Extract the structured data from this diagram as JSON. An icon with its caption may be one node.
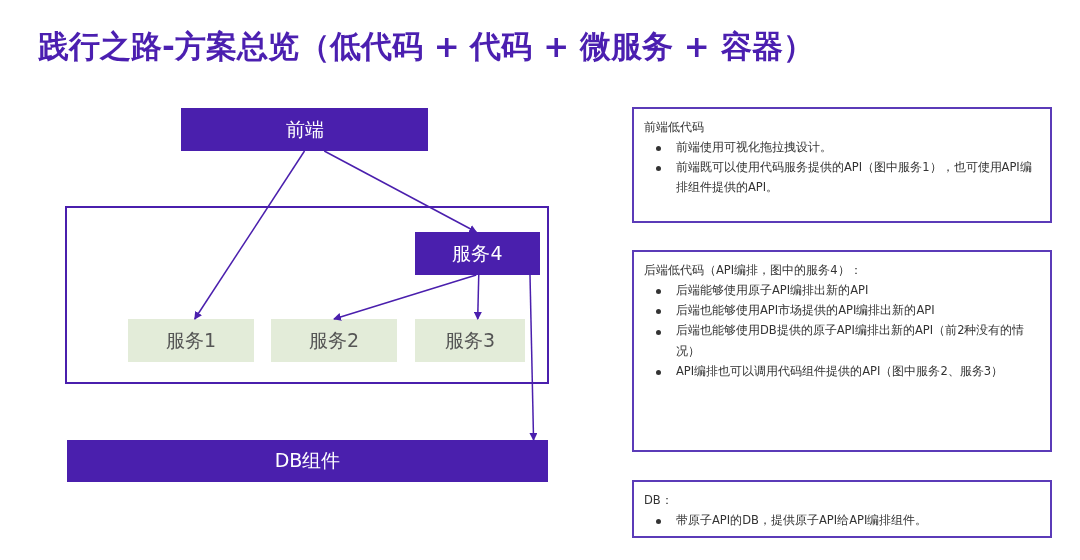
{
  "diagram": {
    "title": "践行之路-方案总览（低代码 + 代码 + 微服务 + 容器）",
    "nodes": [
      {
        "text": [
          "前端"
        ]
      },
      {
        "text": [],
        "shape": "box"
      },
      {
        "text": [
          "服务4"
        ],
        "in": 1
      },
      {
        "text": [
          "服务1"
        ],
        "in": 1
      },
      {
        "text": [
          "服务2"
        ],
        "in": 1
      },
      {
        "text": [
          "服务3"
        ],
        "in": 1
      },
      {
        "text": [
          "DB组件"
        ]
      },
      {
        "text": [
          "前端低代码",
          "前端使用可视化拖拉拽设计。",
          "前端既可以使用代码服务提供的API（图中服务1），也可使用API编排组件提供的API。"
        ]
      },
      {
        "text": [
          "后端低代码（API编排，图中的服务4）：",
          "后端能够使用原子API编排出新的API",
          "后端也能够使用API市场提供的API编排出新的API",
          "后端也能够使用DB提供的原子API编排出新的API（前2种没有的情况）",
          "API编排也可以调用代码组件提供的API（图中服务2、服务3）"
        ]
      },
      {
        "text": [
          "DB：",
          "带原子API的DB，提供原子API给API编排组件。"
        ]
      }
    ],
    "edges": [
      {
        "from": 0,
        "to": 3,
        "arrow": "to"
      },
      {
        "from": 0,
        "to": 2,
        "arrow": "to"
      },
      {
        "from": 2,
        "to": 4,
        "arrow": "to"
      },
      {
        "from": 2,
        "to": 5,
        "arrow": "to"
      },
      {
        "from": 2,
        "to": 6,
        "arrow": "to"
      }
    ]
  }
}
